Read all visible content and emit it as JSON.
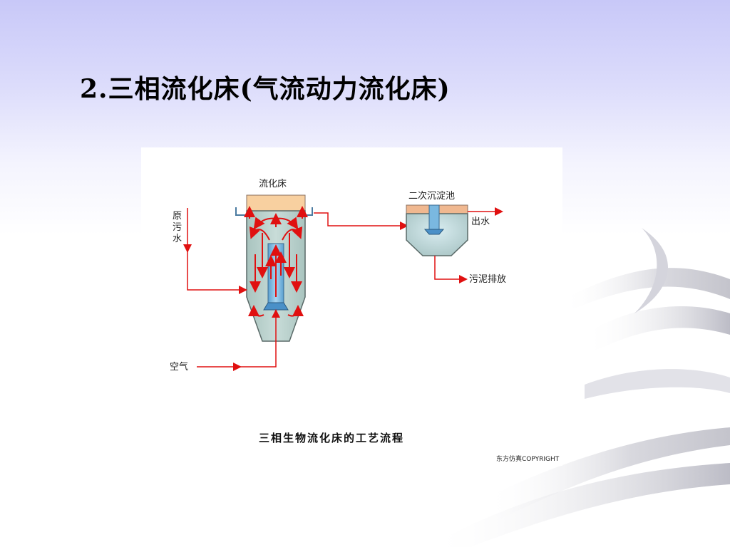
{
  "slide": {
    "title": "2.三相流化床(气流动力流化床)"
  },
  "diagram": {
    "labels": {
      "fluidized_bed": "流化床",
      "raw_sewage": [
        "原",
        "污",
        "水"
      ],
      "air": "空气",
      "secondary_clarifier": "二次沉淀池",
      "effluent": "出水",
      "sludge_discharge": "污泥排放",
      "caption": "三相生物流化床的工艺流程",
      "copyright": "东方仿真COPYRIGHT"
    },
    "colors": {
      "flow_arrow": "#e01010",
      "tank_fill": "#b8d0cc",
      "tank_top": "#f8d0a0",
      "riser": "#7ab8e0"
    }
  }
}
